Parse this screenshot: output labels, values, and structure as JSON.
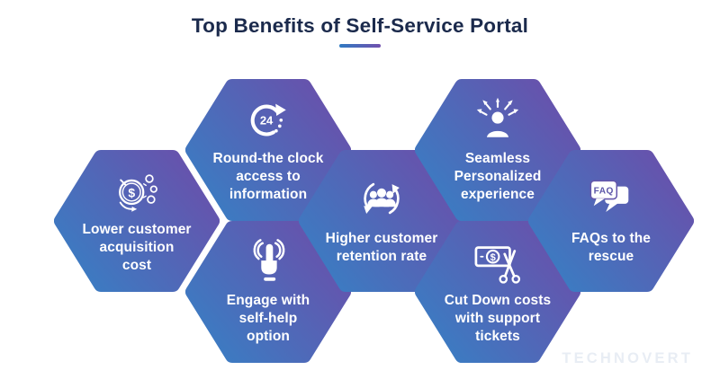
{
  "title": "Top Benefits of Self-Service Portal",
  "watermark": "TECHNOVERT",
  "colors": {
    "title_text": "#1b2a4c",
    "hex_gradient_blue": "#3a7dc3",
    "hex_gradient_purple": "#6950ab",
    "hex_label_text": "#ffffff",
    "underline_gradient": [
      "#2f7ac2",
      "#7150ae"
    ],
    "watermark_text": "#e8edf4",
    "background": "#ffffff"
  },
  "benefits": [
    {
      "id": "lower-acquisition-cost",
      "label": "Lower customer\nacquisition\ncost",
      "icon": "dollar-coins-icon",
      "icon_text": "$"
    },
    {
      "id": "round-the-clock-access",
      "label": "Round-the clock\naccess to\ninformation",
      "icon": "clock-24-icon",
      "icon_text": "24"
    },
    {
      "id": "engage-self-help",
      "label": "Engage with\nself-help\noption",
      "icon": "tap-finger-icon"
    },
    {
      "id": "higher-retention",
      "label": "Higher customer\nretention rate",
      "icon": "people-cycle-icon"
    },
    {
      "id": "seamless-personalized",
      "label": "Seamless\nPersonalized\nexperience",
      "icon": "personalization-icon"
    },
    {
      "id": "cut-support-costs",
      "label": "Cut Down costs\nwith support\ntickets",
      "icon": "money-scissors-icon",
      "icon_text": "$"
    },
    {
      "id": "faqs-rescue",
      "label": "FAQs to the\nrescue",
      "icon": "faq-bubble-icon",
      "icon_text": "FAQ"
    }
  ]
}
